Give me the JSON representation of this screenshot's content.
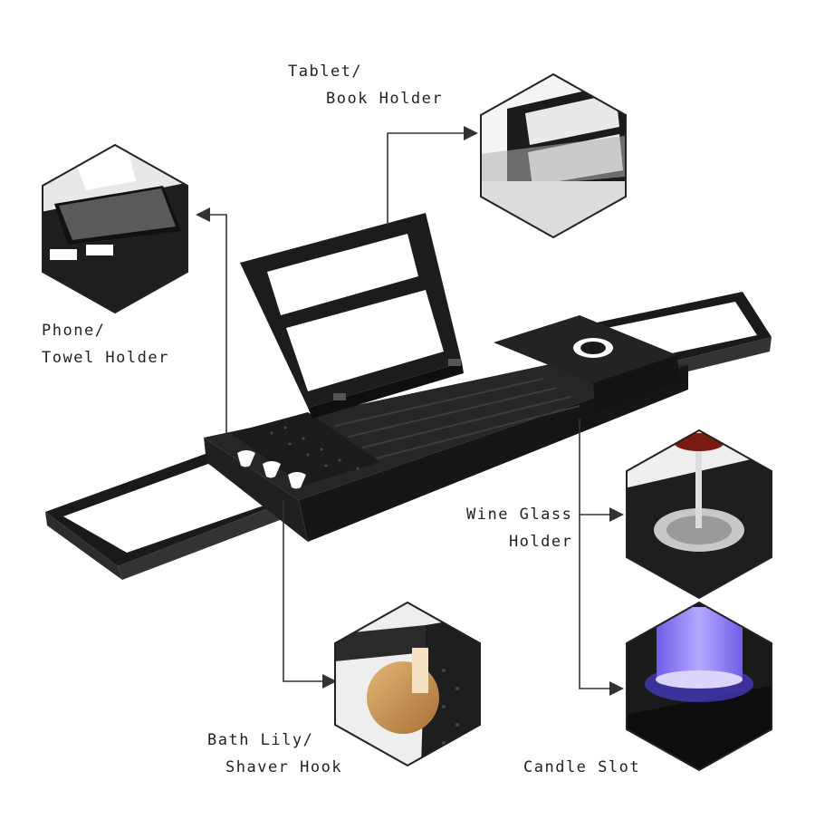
{
  "colors": {
    "tray": "#1c1c1c",
    "tray_edge": "#3a3a3a",
    "tray_top": "#2a2a2a",
    "callout": "#333333",
    "hex_border": "#222222",
    "candle": "#8a7cf0",
    "candle_glow": "#4a3fd0",
    "lily": "#c99552",
    "wine": "#7a1a10"
  },
  "callouts": {
    "tablet": {
      "line1": "Tablet/",
      "line2": "Book Holder"
    },
    "phone": {
      "line1": "Phone/",
      "line2": "Towel Holder"
    },
    "wine": {
      "line1": "Wine Glass",
      "line2": "Holder"
    },
    "bath": {
      "line1": "Bath Lily/",
      "line2": "Shaver Hook"
    },
    "candle": {
      "line1": "Candle Slot"
    }
  },
  "icons": {
    "arrow": "triangle-arrow-icon"
  }
}
